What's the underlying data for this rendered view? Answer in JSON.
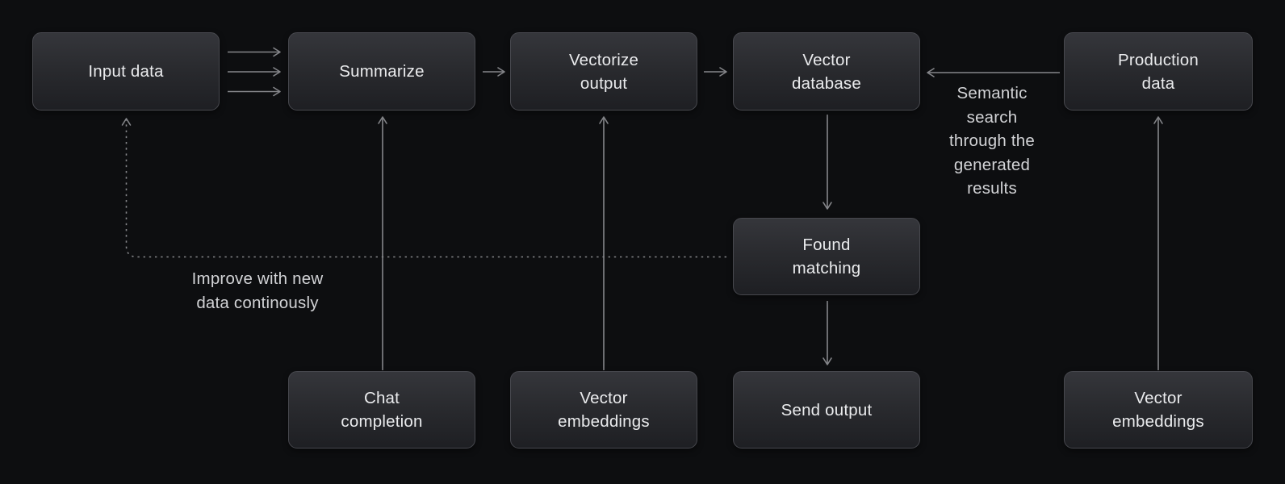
{
  "diagram": {
    "background_color": "#0d0e10",
    "node_border_color": "#47484e",
    "node_text_color": "#eaebed",
    "arrow_color": "#85868a",
    "annotation_text_color": "#d2d3d6"
  },
  "nodes": {
    "input_data": {
      "label": "Input data"
    },
    "summarize": {
      "label": "Summarize"
    },
    "vectorize_output": {
      "label": "Vectorize\noutput"
    },
    "vector_database": {
      "label": "Vector\ndatabase"
    },
    "production_data": {
      "label": "Production\ndata"
    },
    "found_matching": {
      "label": "Found\nmatching"
    },
    "chat_completion": {
      "label": "Chat\ncompletion"
    },
    "vector_embeddings_left": {
      "label": "Vector\nembeddings"
    },
    "send_output": {
      "label": "Send output"
    },
    "vector_embeddings_right": {
      "label": "Vector\nembeddings"
    }
  },
  "annotations": {
    "semantic_search": "Semantic\nsearch\nthrough the\ngenerated\nresults",
    "improve_loop": "Improve with new\ndata continously"
  }
}
